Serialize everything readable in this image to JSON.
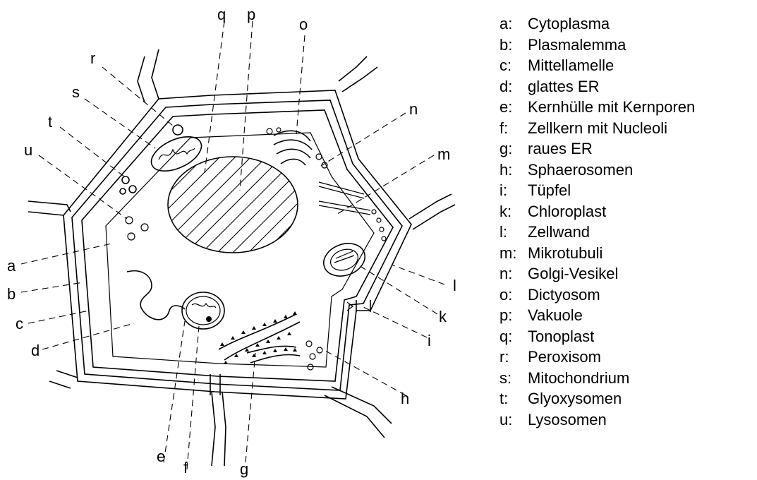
{
  "diagram": {
    "pointer_letters": [
      "q",
      "p",
      "o",
      "r",
      "s",
      "n",
      "t",
      "u",
      "m",
      "a",
      "b",
      "l",
      "c",
      "k",
      "d",
      "i",
      "h",
      "e",
      "f",
      "g"
    ]
  },
  "legend": [
    {
      "key": "a:",
      "label": "Cytoplasma"
    },
    {
      "key": "b:",
      "label": "Plasmalemma"
    },
    {
      "key": "c:",
      "label": "Mittellamelle"
    },
    {
      "key": "d:",
      "label": "glattes ER"
    },
    {
      "key": "e:",
      "label": "Kernhülle mit Kernporen"
    },
    {
      "key": "f:",
      "label": "Zellkern mit Nucleoli"
    },
    {
      "key": "g:",
      "label": "raues ER"
    },
    {
      "key": "h:",
      "label": "Sphaerosomen"
    },
    {
      "key": "i:",
      "label": "Tüpfel"
    },
    {
      "key": "k:",
      "label": "Chloroplast"
    },
    {
      "key": "l:",
      "label": "Zellwand"
    },
    {
      "key": "m:",
      "label": "Mikrotubuli"
    },
    {
      "key": "n:",
      "label": "Golgi-Vesikel"
    },
    {
      "key": "o:",
      "label": "Dictyosom"
    },
    {
      "key": "p:",
      "label": "Vakuole"
    },
    {
      "key": "q:",
      "label": "Tonoplast"
    },
    {
      "key": "r:",
      "label": "Peroxisom"
    },
    {
      "key": "s:",
      "label": "Mitochondrium"
    },
    {
      "key": "t:",
      "label": "Glyoxysomen"
    },
    {
      "key": "u:",
      "label": "Lysosomen"
    }
  ]
}
